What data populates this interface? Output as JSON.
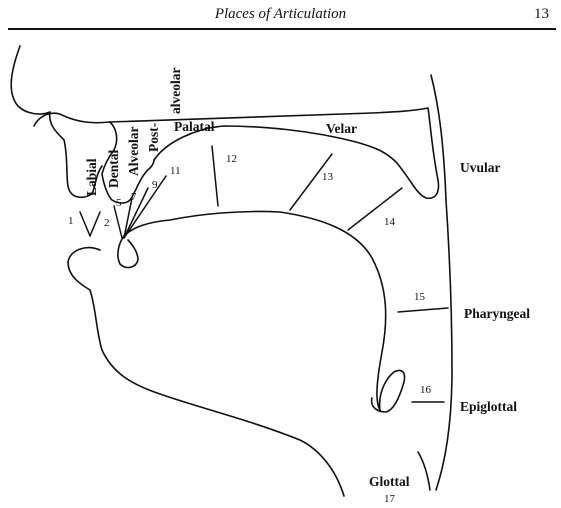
{
  "header": {
    "title": "Places of Articulation",
    "page_number": "13"
  },
  "region_labels": {
    "labial": "Labial",
    "dental": "Dental",
    "alveolar": "Alveolar",
    "post_alveolar_1": "Post-",
    "post_alveolar_2": "alveolar",
    "palatal": "Palatal",
    "velar": "Velar",
    "uvular": "Uvular",
    "pharyngeal": "Pharyngeal",
    "epiglottal": "Epiglottal",
    "glottal": "Glottal"
  },
  "articulation_numbers": {
    "n1": "1",
    "n2": "2",
    "n5": "5",
    "n7": "7",
    "n9": "9",
    "n11": "11",
    "n12": "12",
    "n13": "13",
    "n14": "14",
    "n15": "15",
    "n16": "16",
    "n17": "17"
  }
}
